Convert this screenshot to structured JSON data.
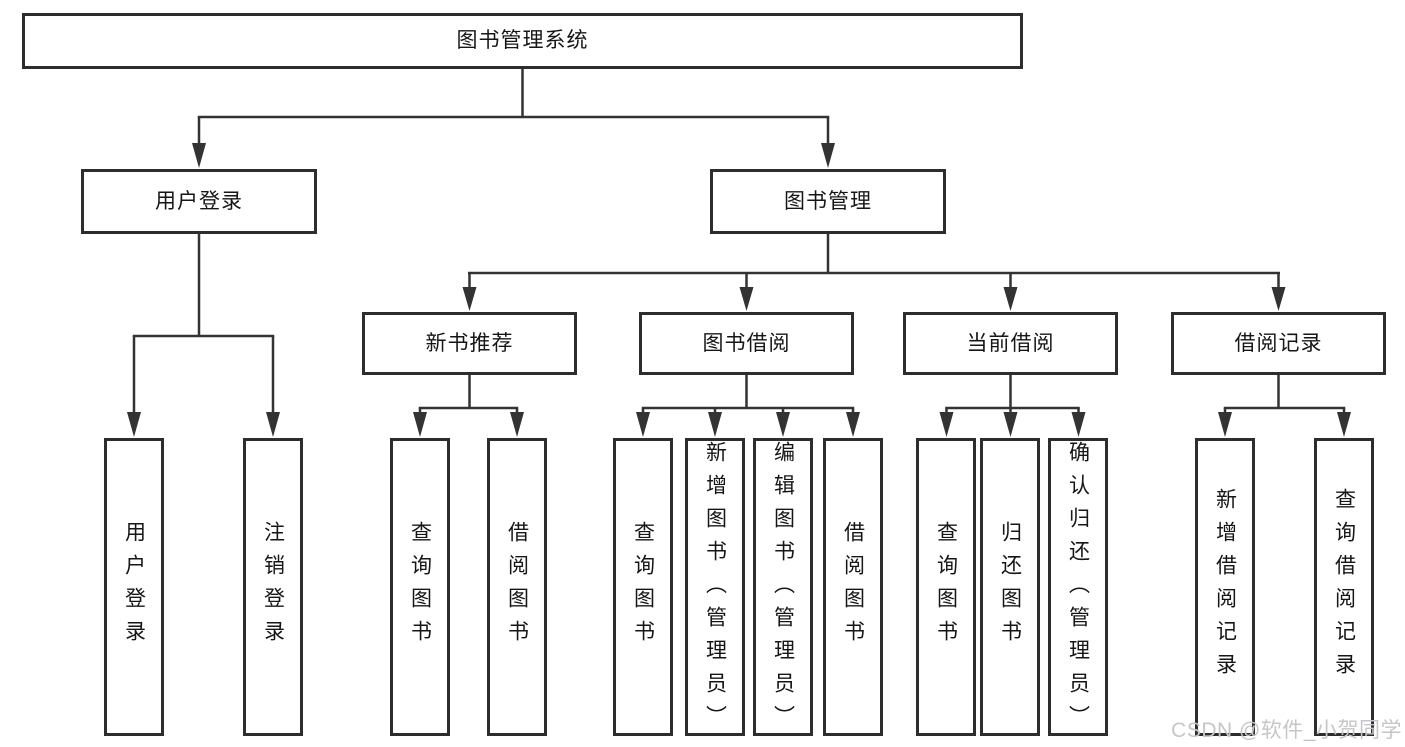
{
  "tree": {
    "root": {
      "label": "图书管理系统"
    },
    "branches": [
      {
        "label": "用户登录",
        "children": [
          {
            "label": "用户登录"
          },
          {
            "label": "注销登录"
          }
        ]
      },
      {
        "label": "图书管理",
        "children": [
          {
            "label": "新书推荐",
            "children": [
              {
                "label": "查询图书"
              },
              {
                "label": "借阅图书"
              }
            ]
          },
          {
            "label": "图书借阅",
            "children": [
              {
                "label": "查询图书"
              },
              {
                "label": "新增图书（管理员）"
              },
              {
                "label": "编辑图书（管理员）"
              },
              {
                "label": "借阅图书"
              }
            ]
          },
          {
            "label": "当前借阅",
            "children": [
              {
                "label": "查询图书"
              },
              {
                "label": "归还图书"
              },
              {
                "label": "确认归还（管理员）"
              }
            ]
          },
          {
            "label": "借阅记录",
            "children": [
              {
                "label": "新增借阅记录"
              },
              {
                "label": "查询借阅记录"
              }
            ]
          }
        ]
      }
    ]
  },
  "watermark": {
    "text": "CSDN @软件_小贺同学"
  },
  "colors": {
    "line": "#333333",
    "box_border": "#2d2d2d",
    "text": "#161616",
    "watermark": "#c6c6c8",
    "background": "#ffffff"
  }
}
